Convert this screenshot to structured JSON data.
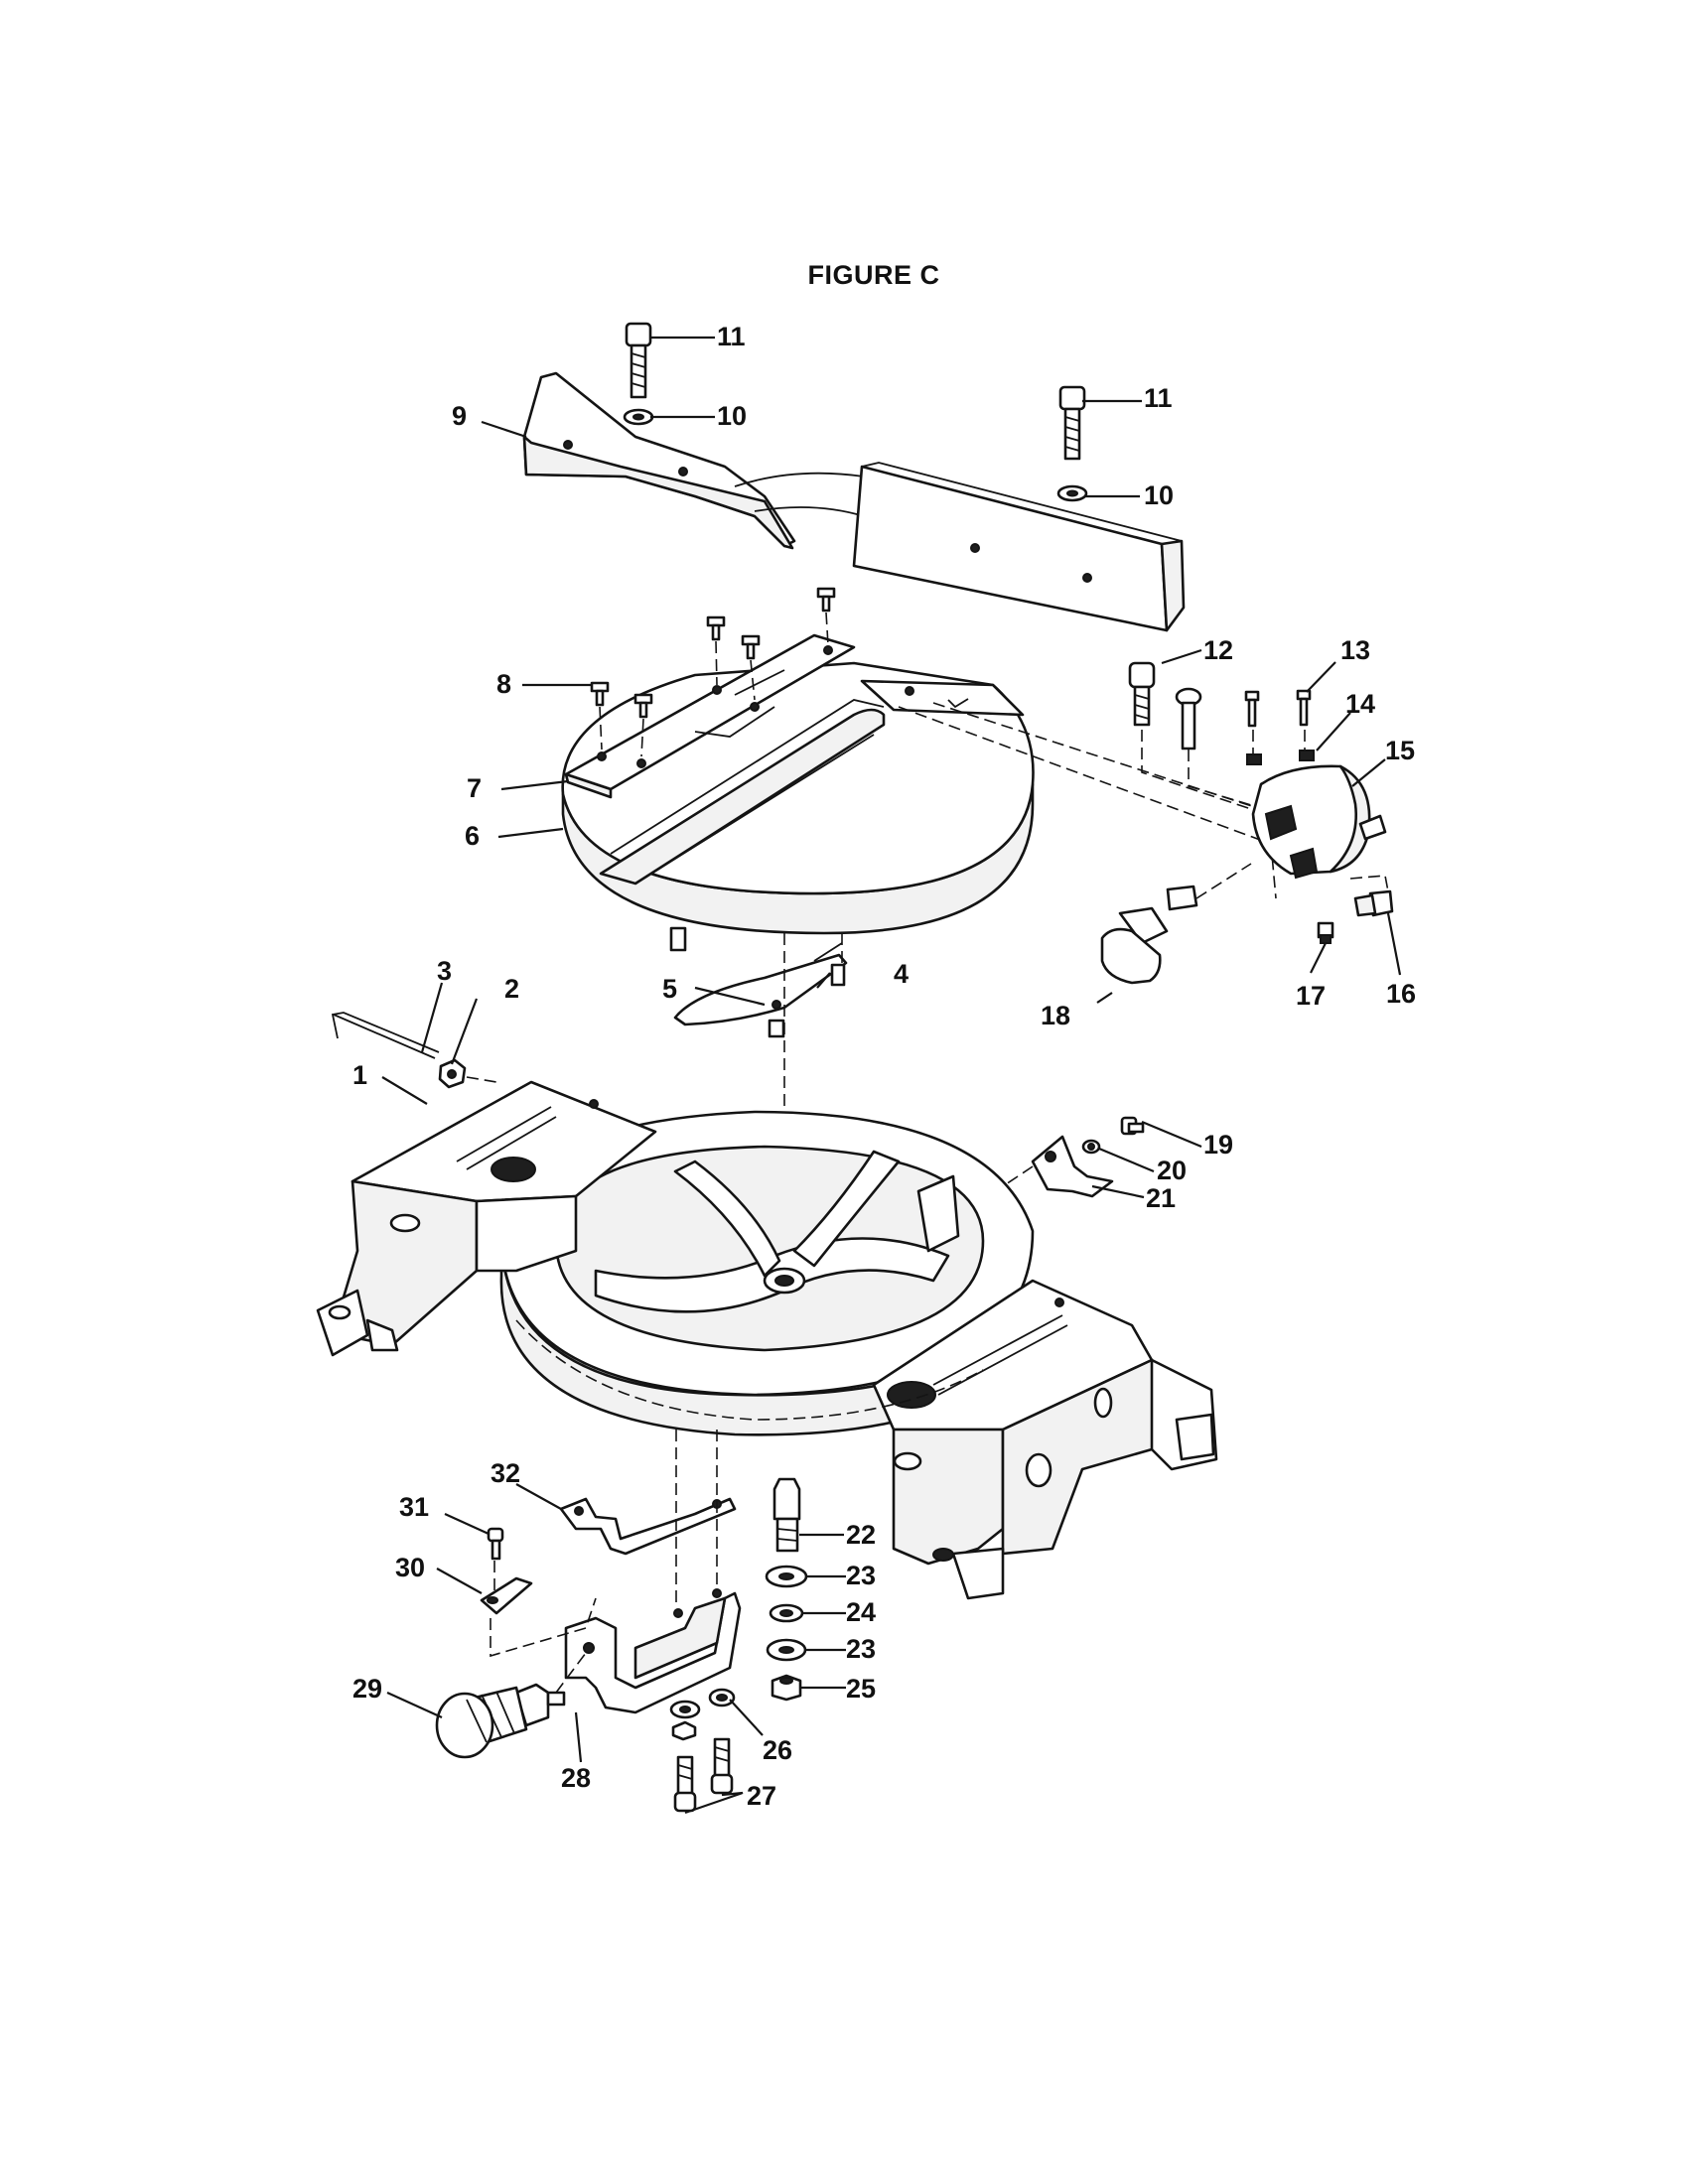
{
  "figure": {
    "title": "FIGURE C"
  },
  "callouts": [
    {
      "id": "1",
      "text": "1"
    },
    {
      "id": "2",
      "text": "2"
    },
    {
      "id": "3",
      "text": "3"
    },
    {
      "id": "4",
      "text": "4"
    },
    {
      "id": "5",
      "text": "5"
    },
    {
      "id": "6",
      "text": "6"
    },
    {
      "id": "7",
      "text": "7"
    },
    {
      "id": "8",
      "text": "8"
    },
    {
      "id": "9",
      "text": "9"
    },
    {
      "id": "10a",
      "text": "10"
    },
    {
      "id": "10b",
      "text": "10"
    },
    {
      "id": "11a",
      "text": "11"
    },
    {
      "id": "11b",
      "text": "11"
    },
    {
      "id": "12",
      "text": "12"
    },
    {
      "id": "13",
      "text": "13"
    },
    {
      "id": "14",
      "text": "14"
    },
    {
      "id": "15",
      "text": "15"
    },
    {
      "id": "16",
      "text": "16"
    },
    {
      "id": "17",
      "text": "17"
    },
    {
      "id": "18",
      "text": "18"
    },
    {
      "id": "19",
      "text": "19"
    },
    {
      "id": "20",
      "text": "20"
    },
    {
      "id": "21",
      "text": "21"
    },
    {
      "id": "22",
      "text": "22"
    },
    {
      "id": "23a",
      "text": "23"
    },
    {
      "id": "23b",
      "text": "23"
    },
    {
      "id": "24",
      "text": "24"
    },
    {
      "id": "25",
      "text": "25"
    },
    {
      "id": "26",
      "text": "26"
    },
    {
      "id": "27",
      "text": "27"
    },
    {
      "id": "28",
      "text": "28"
    },
    {
      "id": "29",
      "text": "29"
    },
    {
      "id": "30",
      "text": "30"
    },
    {
      "id": "31",
      "text": "31"
    },
    {
      "id": "32",
      "text": "32"
    }
  ]
}
